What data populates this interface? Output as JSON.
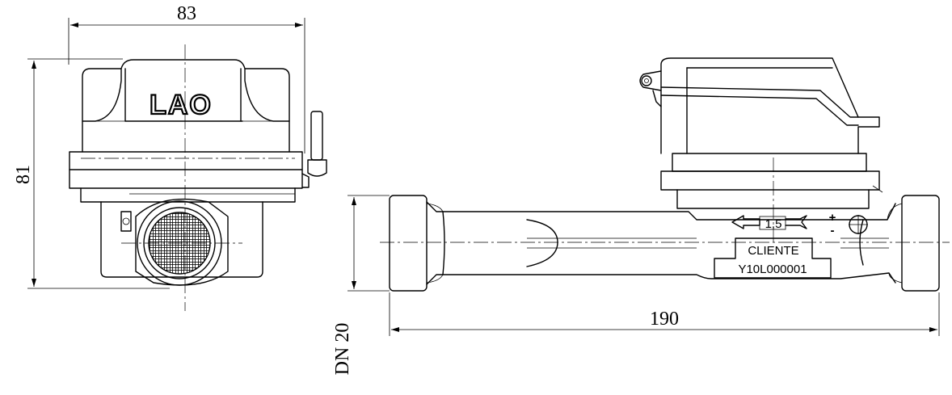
{
  "dimensions": {
    "width": "83",
    "height": "81",
    "length": "190",
    "nominal_diameter": "DN 20"
  },
  "front_view": {
    "logo_text": "LAO"
  },
  "side_view": {
    "flow_rate": "1,5",
    "plus_sign": "+",
    "minus_sign": "-",
    "client_label": "CLIENTE",
    "serial_number": "Y10L000001"
  }
}
